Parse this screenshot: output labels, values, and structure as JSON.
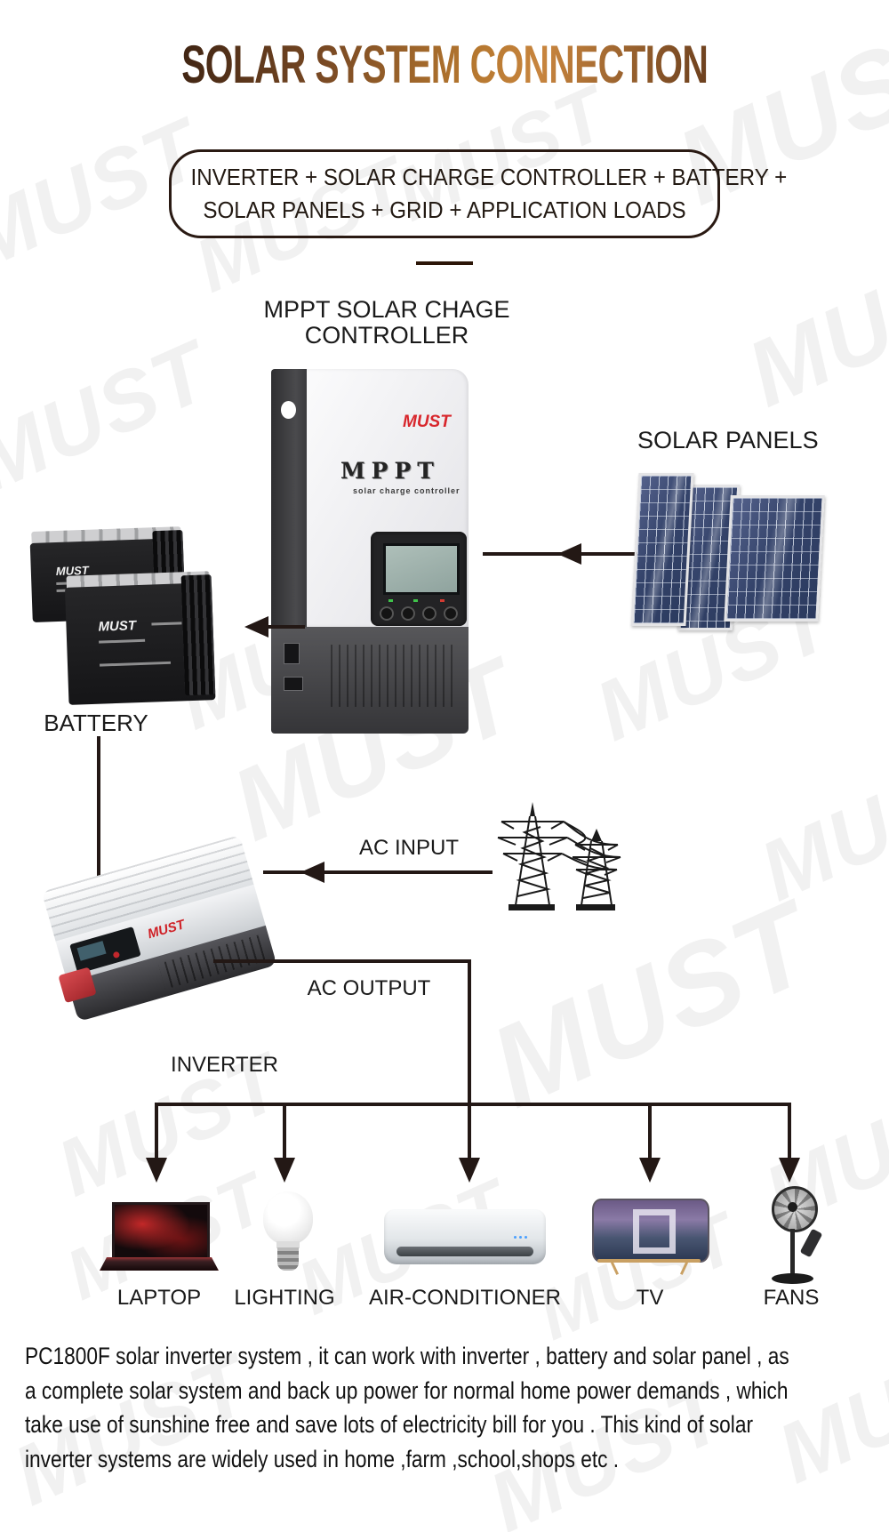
{
  "title": "SOLAR SYSTEM CONNECTION",
  "subtitle": {
    "line1": "INVERTER + SOLAR CHARGE CONTROLLER + BATTERY +",
    "line2": "SOLAR PANELS + GRID + APPLICATION LOADS"
  },
  "watermark": {
    "text": "MUST"
  },
  "diagram": {
    "controller": {
      "label_line1": "MPPT SOLAR CHAGE",
      "label_line2": "CONTROLLER",
      "brand": "MUST",
      "device_title": "MPPT",
      "device_subtitle": "solar charge controller"
    },
    "solar_panels": {
      "label": "SOLAR PANELS"
    },
    "battery": {
      "label": "BATTERY",
      "brand": "MUST"
    },
    "ac_input": {
      "label": "AC INPUT"
    },
    "ac_output": {
      "label": "AC OUTPUT"
    },
    "inverter": {
      "label": "INVERTER",
      "brand": "MUST"
    },
    "loads": [
      {
        "label": "LAPTOP"
      },
      {
        "label": "LIGHTING"
      },
      {
        "label": "AIR-CONDITIONER"
      },
      {
        "label": "TV"
      },
      {
        "label": "FANS"
      }
    ]
  },
  "description": {
    "lines": [
      "PC1800F solar inverter system ,   it can work with inverter , battery and solar panel ,  as",
      "a complete solar system and back up power for normal home power demands , which",
      "take use of sunshine free and save lots of electricity bill for you . This kind of solar",
      "inverter systems are widely used in home ,farm ,school,shops etc ."
    ]
  },
  "colors": {
    "line": "#231815",
    "accent_red": "#d8262c",
    "panel_blue": "#35446b",
    "title_brown_dark": "#3f2413",
    "title_brown_light": "#c8853e"
  }
}
